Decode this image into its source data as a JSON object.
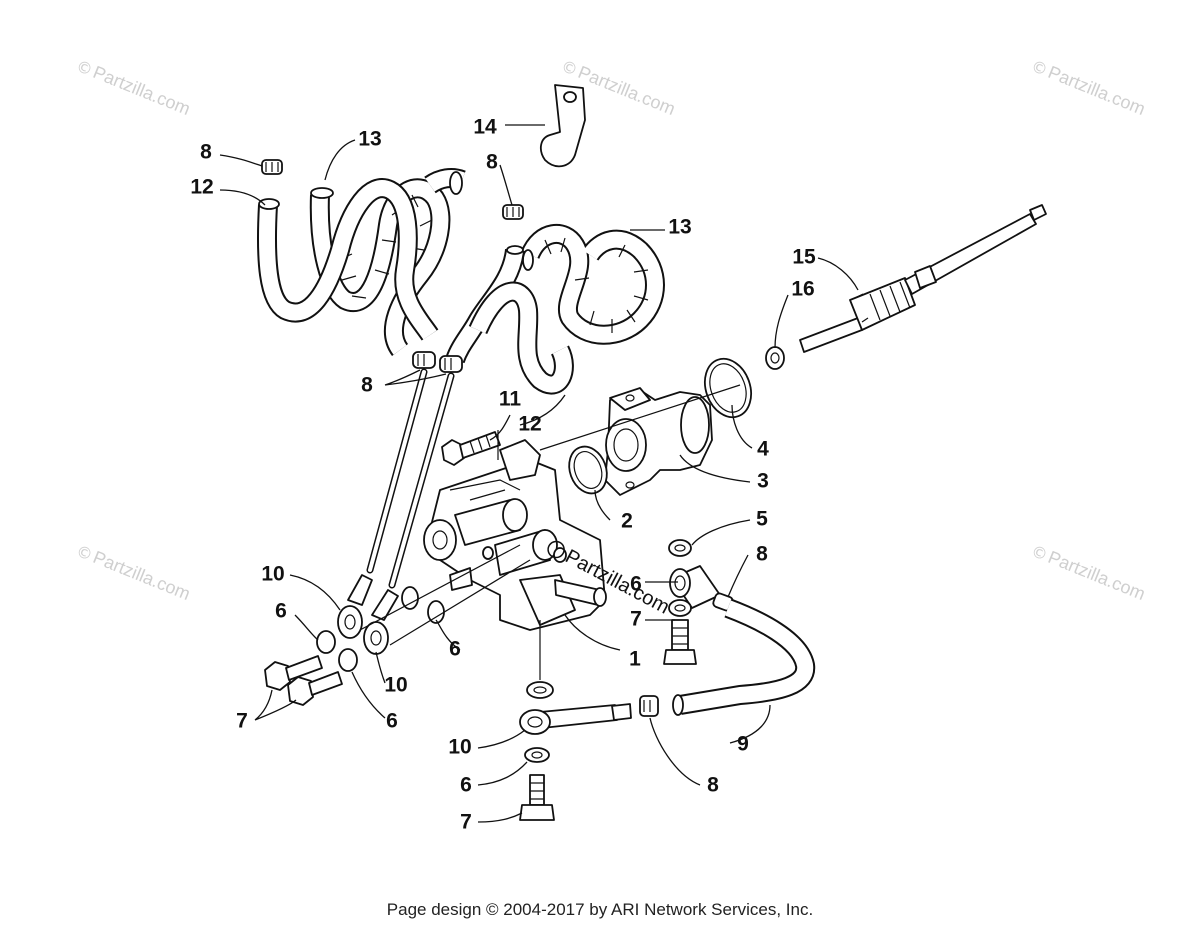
{
  "diagram": {
    "callouts": [
      "1",
      "2",
      "3",
      "4",
      "5",
      "6",
      "7",
      "8",
      "9",
      "10",
      "11",
      "12",
      "13",
      "14",
      "15",
      "16"
    ],
    "watermark_text": "Partzilla.com",
    "watermark_symbol": "©"
  },
  "footer": {
    "copyright": "Page design © 2004-2017 by ARI Network Services, Inc."
  },
  "colors": {
    "ink": "#111111",
    "watermark": "#cfcfcf",
    "background": "#ffffff"
  }
}
